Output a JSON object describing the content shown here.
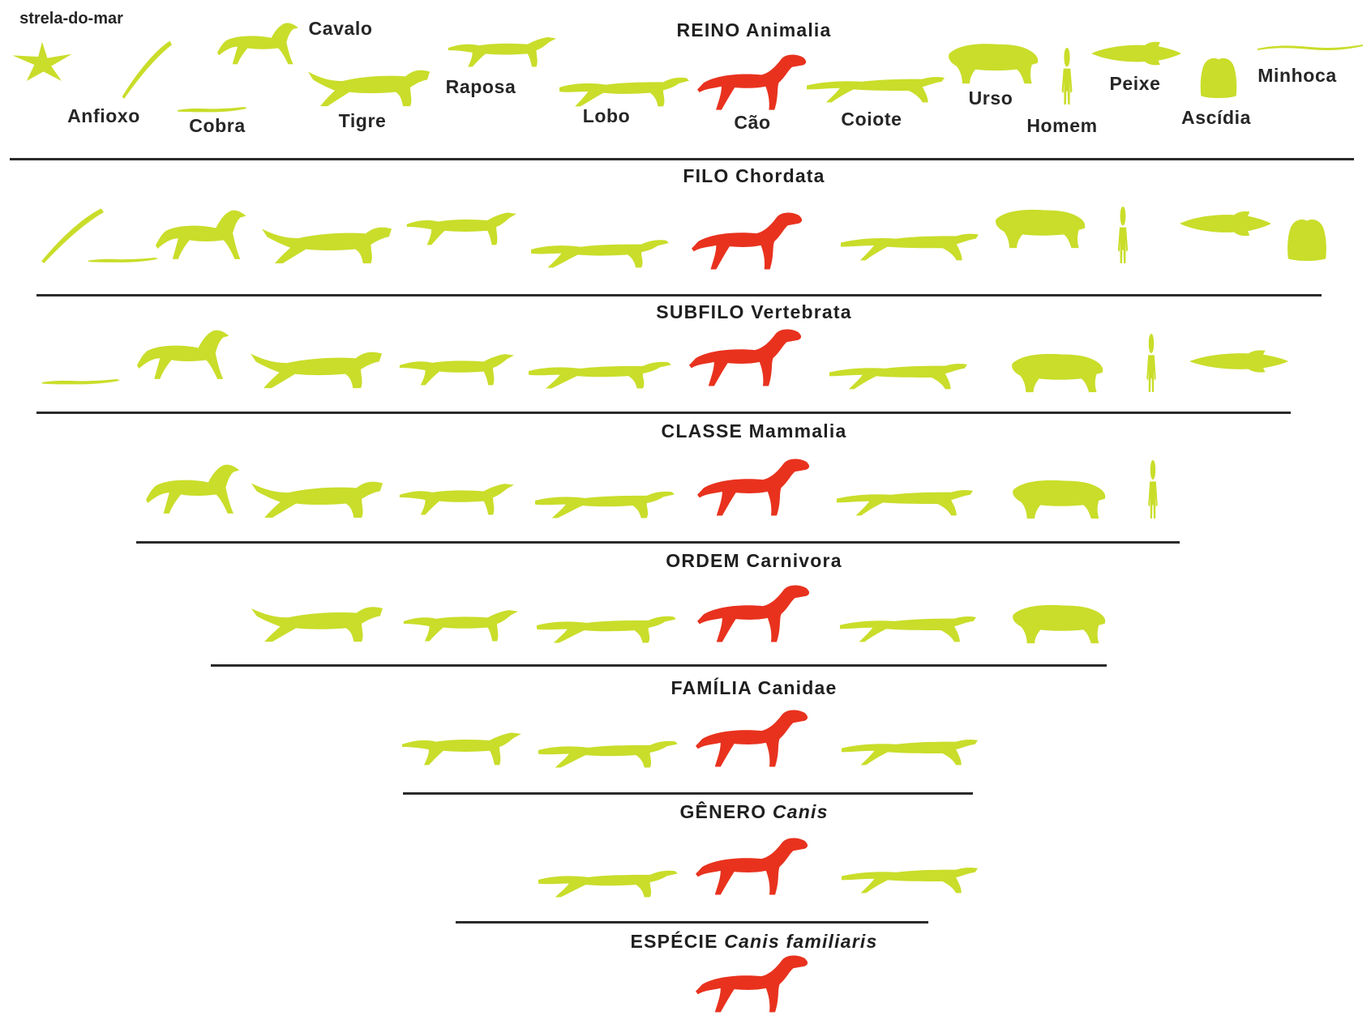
{
  "colors": {
    "highlight": "#e8321e",
    "other": "#c9dd2a",
    "line": "#2a2a2a",
    "text": "#1f1f1f"
  },
  "ranks": [
    {
      "rank": "REINO",
      "name": "Animalia",
      "italic": false
    },
    {
      "rank": "FILO",
      "name": "Chordata",
      "italic": false
    },
    {
      "rank": "SUBFILO",
      "name": "Vertebrata",
      "italic": false
    },
    {
      "rank": "CLASSE",
      "name": "Mammalia",
      "italic": false
    },
    {
      "rank": "ORDEM",
      "name": "Carnivora",
      "italic": false
    },
    {
      "rank": "FAMÍLIA",
      "name": "Canidae",
      "italic": false
    },
    {
      "rank": "GÊNERO",
      "name": "Canis",
      "italic": true
    },
    {
      "rank": "ESPÉCIE",
      "name": "Canis familiaris",
      "italic": true
    }
  ],
  "animal_labels": {
    "estrela": "strela-do-mar",
    "anfioxo": "Anfioxo",
    "cobra": "Cobra",
    "cavalo": "Cavalo",
    "tigre": "Tigre",
    "raposa": "Raposa",
    "lobo": "Lobo",
    "cao": "Cão",
    "coiote": "Coiote",
    "urso": "Urso",
    "homem": "Homem",
    "peixe": "Peixe",
    "ascidia": "Ascídia",
    "minhoca": "Minhoca"
  },
  "group_members": [
    [
      "estrela",
      "anfioxo",
      "cobra",
      "cavalo",
      "tigre",
      "raposa",
      "lobo",
      "cao",
      "coiote",
      "urso",
      "homem",
      "peixe",
      "ascidia",
      "minhoca"
    ],
    [
      "anfioxo",
      "cobra",
      "cavalo",
      "tigre",
      "raposa",
      "lobo",
      "cao",
      "coiote",
      "urso",
      "homem",
      "peixe",
      "ascidia"
    ],
    [
      "cobra",
      "cavalo",
      "tigre",
      "raposa",
      "lobo",
      "cao",
      "coiote",
      "urso",
      "homem",
      "peixe"
    ],
    [
      "cavalo",
      "tigre",
      "raposa",
      "lobo",
      "cao",
      "coiote",
      "urso",
      "homem"
    ],
    [
      "tigre",
      "raposa",
      "lobo",
      "cao",
      "coiote",
      "urso"
    ],
    [
      "raposa",
      "lobo",
      "cao",
      "coiote"
    ],
    [
      "lobo",
      "cao",
      "coiote"
    ],
    [
      "cao"
    ]
  ],
  "highlighted_animal": "cao"
}
